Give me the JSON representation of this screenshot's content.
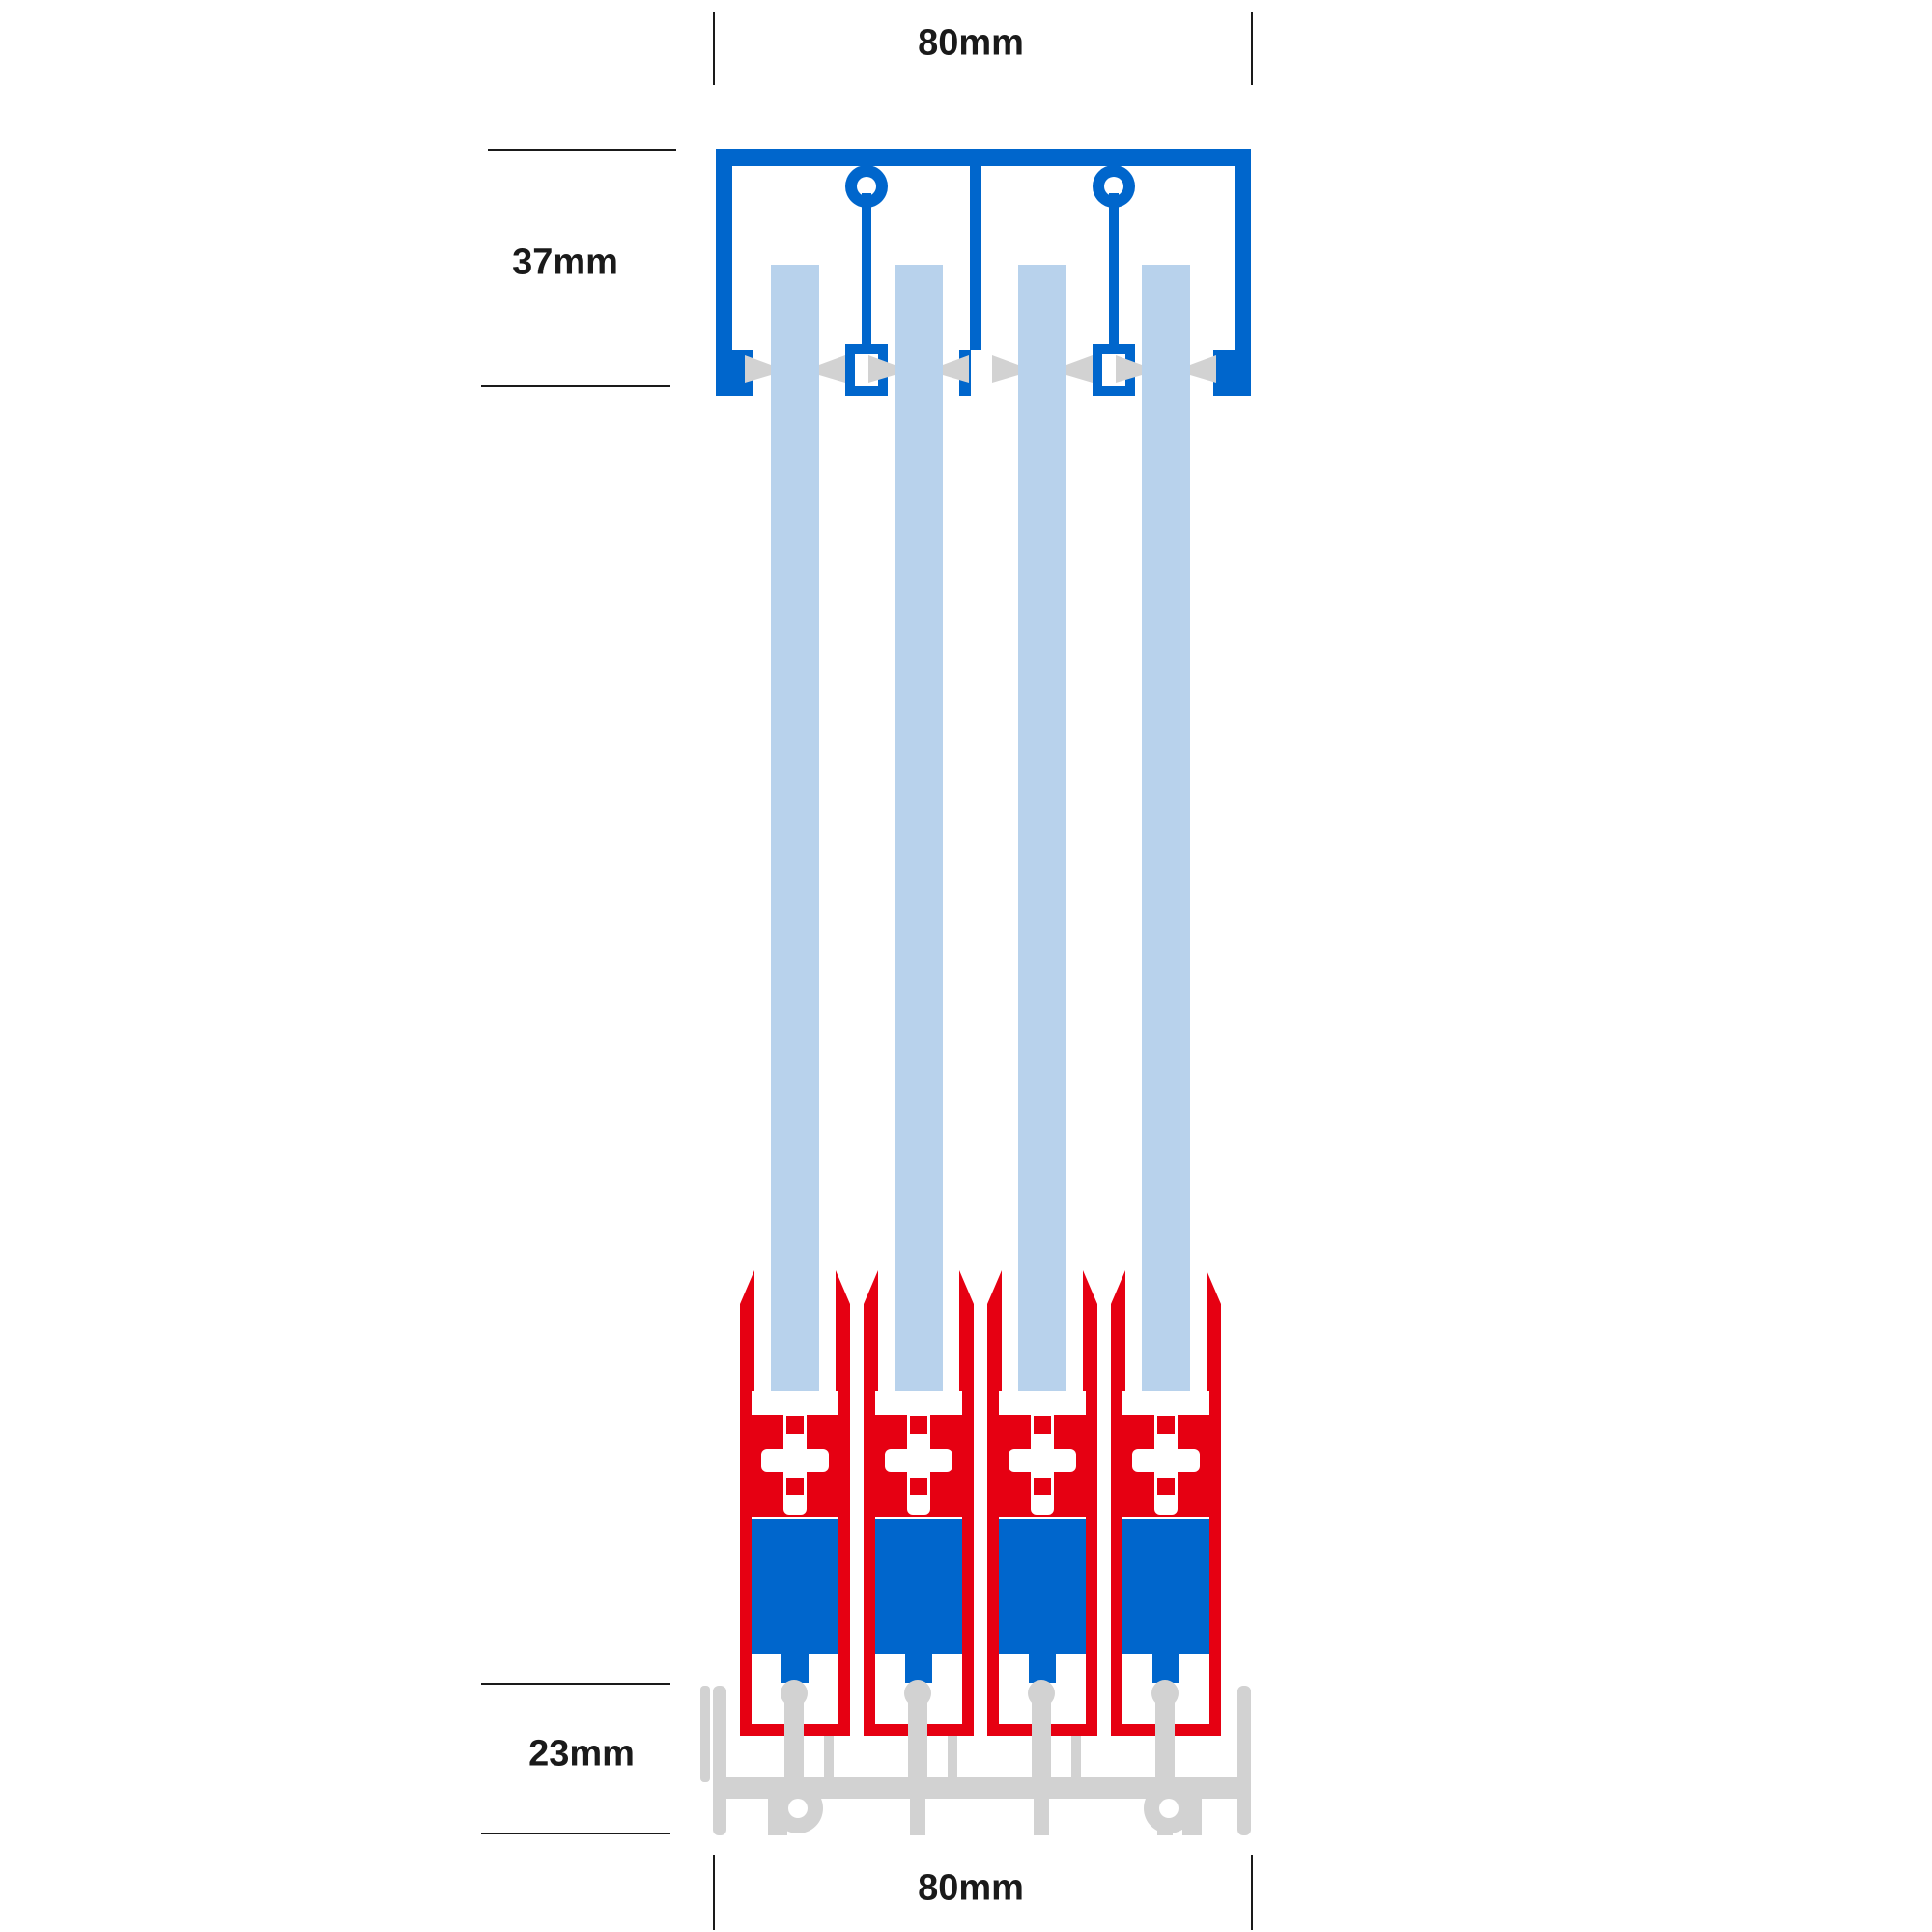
{
  "dimensions": {
    "top_width": "80mm",
    "bottom_width": "80mm",
    "top_track_height": "37mm",
    "bottom_track_height": "23mm"
  },
  "panel_count": 4,
  "colors": {
    "top_track": "#0066cc",
    "glass": "#b8d2ec",
    "bottom_carrier": "#e60012",
    "carrier_insert": "#0066cc",
    "bottom_track": "#d2d2d2",
    "dimension_line": "#1a1a1a"
  }
}
